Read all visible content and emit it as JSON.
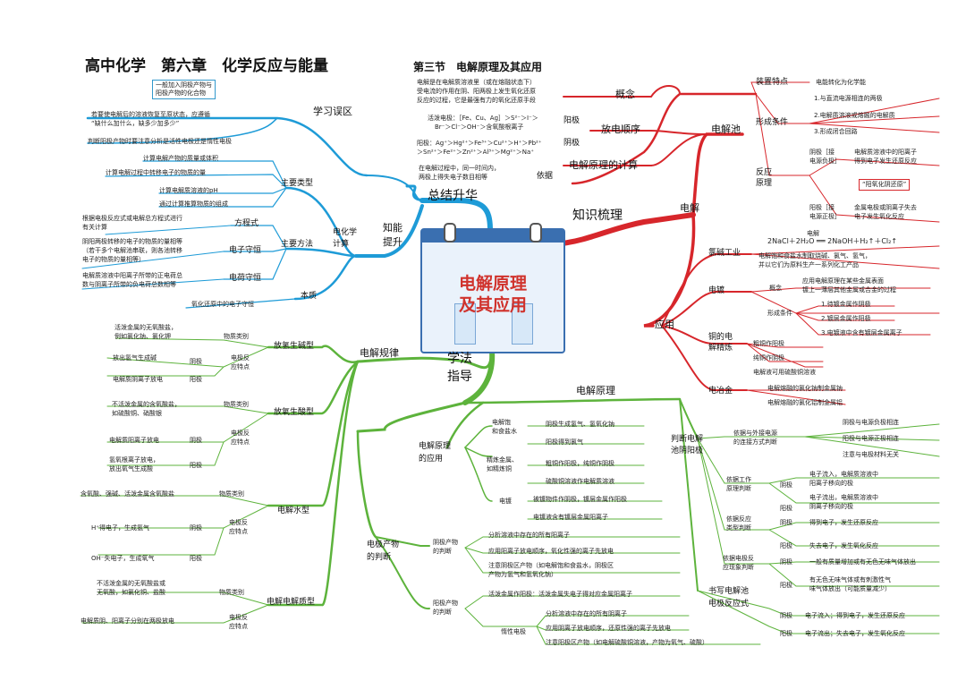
{
  "header": {
    "title": "高中化学　第六章　化学反应与能量",
    "subtitle": "第三节　电解原理及其应用"
  },
  "center": {
    "title_line1": "电解原理",
    "title_line2": "及其应用"
  },
  "branches": {
    "summary": "总结升华",
    "knowledge": "知识梳理",
    "method_l1": "学法",
    "method_l2": "指导"
  },
  "summary": {
    "mistakes": "学习误区",
    "callout_l1": "一般加入阴极产物与",
    "callout_l2": "阳极产物的化合物",
    "m1_l1": "若要使电解后的溶液恢复至原状态，应遵循",
    "m1_l2": "“缺什么加什么，缺多少加多少”",
    "m2": "判断阳极产物时要注意分析是活性电极还是惰性电极",
    "ability_l1": "知能",
    "ability_l2": "提升",
    "calc_l1": "电化学",
    "calc_l2": "计算",
    "types": "主要类型",
    "type1": "计算电解产物的质量或体积",
    "type2": "计算电解过程中转移电子的物质的量",
    "type3": "计算电解质溶液的pH",
    "type4": "通过计算推算物质的组成",
    "methods": "主要方法",
    "eq": "方程式",
    "eq_desc_l1": "根据电极反应式或电解总方程式进行",
    "eq_desc_l2": "有关计算",
    "econs": "电子守恒",
    "econs_l1": "阴阳两极转移的电子的物质的量相等",
    "econs_l2": "（若干多个电解池串联，则各池转移",
    "econs_l3": "电子的物质的量相等）",
    "qcons": "电荷守恒",
    "qcons_l1": "电解质溶液中阳离子所带的正电荷总",
    "qcons_l2": "数与阴离子所带的负电荷总数相等",
    "essence": "本质",
    "essence_desc": "氧化还原中的电子守恒"
  },
  "knowledge": {
    "concept": "概念",
    "concept_l1": "电解是在电解质溶液里（或在熔融状态下）",
    "concept_l2": "受电流的作用在阴、阳两极上发生氧化还原",
    "concept_l3": "反应的过程，它是最强有力的氧化还原手段",
    "discharge": "放电顺序",
    "active_l1": "活泼电极：［Fe、Cu、Ag］＞S²⁻＞I⁻＞",
    "active_l2": "Br⁻＞Cl⁻＞OH⁻＞含氧酸根离子",
    "anode": "阳极",
    "cathode": "阴极",
    "cat_l1": "阳极：Ag⁺＞Hg²⁺＞Fe³⁺＞Cu²⁺＞H⁺＞Pb²⁺",
    "cat_l2": "＞Sn²⁺＞Fe²⁺＞Zn²⁺＞Al³⁺＞Mg²⁺＞Na⁺",
    "calc": "电解原理的计算",
    "basis": "依据",
    "basis_l1": "在电解过程中，同一时间内，",
    "basis_l2": "两极上得失电子数目相等",
    "electrolysis": "电解",
    "cell": "电解池",
    "device": "装置特点",
    "device_desc": "电能转化为化学能",
    "conditions": "形成条件",
    "cond1": "1.与直流电源相连的两极",
    "cond2": "2.电解质溶液或熔融的电解质",
    "cond3": "3.形成闭合回路",
    "reaction_l1": "反应",
    "reaction_l2": "原理",
    "cath_conn_l1": "阴极［接",
    "cath_conn_l2": "电源负极］",
    "cath_desc_l1": "电解质溶液中的阳离子",
    "cath_desc_l2": "得到电子发生还原反应",
    "mnemonic": "“阳氧化阴还原”",
    "an_conn_l1": "阳极［接",
    "an_conn_l2": "电源正极］",
    "an_desc_l1": "金属电极或阴离子失去",
    "an_desc_l2": "电子发生氧化反应",
    "application": "应用",
    "chlor": "氯碱工业",
    "chlor_eq": "2NaCl＋2H₂O ══ 2NaOH＋H₂↑＋Cl₂↑",
    "chlor_cond": "电解",
    "chlor_l1": "电解饱和食盐水制取烧碱、氯气、氢气，",
    "chlor_l2": "并以它们为原料生产一系列化工产品",
    "plating": "电镀",
    "plating_concept": "概念",
    "plating_c1": "应用电解原理在某些金属表面",
    "plating_c2": "镀上一薄层其他金属或合金的过程",
    "plating_cond": "形成条件",
    "pc1": "1.待镀金属作阴极",
    "pc2": "2.镀层金属作阳极",
    "pc3": "3.电镀液中含有镀层金属离子",
    "refine_l1": "铜的电",
    "refine_l2": "解精炼",
    "r1": "粗铜作阳极",
    "r2": "纯铜作阴极",
    "r3": "电解液可用硫酸铜溶液",
    "metal": "电冶金",
    "mt1": "电解熔融的氯化钠制金属钠",
    "mt2": "电解熔融的氯化铝制金属铝"
  },
  "method": {
    "rules": "电解规律",
    "h2": "放氢生碱型",
    "h2_t_l1": "活泼金属的无氧酸盐，",
    "h2_t_l2": "例如氯化钠、氯化钾",
    "cat": "物质类别",
    "feat_l1": "电极反",
    "feat_l2": "应特点",
    "anode": "阳极",
    "cathode": "阴极",
    "h2_c": "放出氢气生成碱",
    "h2_a": "电解质阴离子放电",
    "o2": "放氧生酸型",
    "o2_t_l1": "不活泼金属的含氧酸盐，",
    "o2_t_l2": "如硫酸铜、硝酸银",
    "o2_c": "电解质阳离子放电",
    "o2_a_l1": "氢氧根离子放电，",
    "o2_a_l2": "放出氧气生成酸",
    "water": "电解水型",
    "water_t": "含氧酸、强碱、活泼金属含氧酸盐",
    "water_c": "H⁺得电子，生成氢气",
    "water_a": "OH⁻失电子，生成氧气",
    "self": "电解电解质型",
    "self_t_l1": "不活泼金属的无氧酸盐或",
    "self_t_l2": "无氧酸，如氯化铜、盐酸",
    "self_f": "电解质阴、阳离子分别在两极放电",
    "principle": "电解原理",
    "apply_l1": "电解原理",
    "apply_l2": "的应用",
    "brine_l1": "电解饱",
    "brine_l2": "和食盐水",
    "b1": "阴极生成氢气、氢氧化钠",
    "b2": "阳极得到氯气",
    "ref_l1": "精炼金属、",
    "ref_l2": "如精炼铜",
    "f1": "粗铜作阳极，纯铜作阴极",
    "f2": "硫酸铜溶液作电解质溶液",
    "plate": "电镀",
    "p1": "被镀物件作阴极，镀层金属作阳极",
    "p2": "电镀液含有镀层金属阳离子",
    "judge_l1": "判断电解",
    "judge_l2": "池阴阳极",
    "j1_l1": "依据与外接电源",
    "j1_l2": "的连接方式判断",
    "j1a": "阴极与电源负极相连",
    "j1b": "阳极与电源正极相连",
    "j1c": "注意与电极材料无关",
    "j2_l1": "依据工作",
    "j2_l2": "原理判断",
    "j2a_l1": "电子流入，电解质溶液中",
    "j2a_l2": "阳离子移向的极",
    "j2b_l1": "电子流出，电解质溶液中",
    "j2b_l2": "阴离子移向的极",
    "j3_l1": "依据反应",
    "j3_l2": "类型判断",
    "j3a": "得到电子，发生还原反应",
    "j3b": "失去电子，发生氧化反应",
    "j4_l1": "依据电极反",
    "j4_l2": "应现象判断",
    "j4a": "一般有质量增加或有无色无味气体放出",
    "j4b_l1": "有无色无味气体或有刺激性气",
    "j4b_l2": "味气体放出（可能质量减少）",
    "write_l1": "书写电解池",
    "write_l2": "电极反应式",
    "w1": "电子流入；得到电子，发生还原反应",
    "w2": "电子流出；失去电子，发生氧化反应",
    "prod_l1": "电极产物",
    "prod_l2": "的判断",
    "cp_l1": "阴极产物",
    "cp_l2": "的判断",
    "cp1": "分析溶液中存在的所有阳离子",
    "cp2": "应用阳离子放电顺序，氧化性强的离子先放电",
    "cp3_l1": "注意阴极区产物（如电解饱和食盐水，阴极区",
    "cp3_l2": "产物为氢气和氢氧化钠）",
    "ap_l1": "阳极产物",
    "ap_l2": "的判断",
    "ap_active": "活泼金属作阳极：活泼金属失电子得对应金属阳离子",
    "inert": "惰性电极",
    "ap1": "分析溶液中存在的所有阴离子",
    "ap2": "应用阴离子放电顺序，还原性强的离子先放电",
    "ap3": "注意阳极区产物（如电解硫酸铜溶液，产物为氧气、硫酸）"
  },
  "colors": {
    "summary": "#1e9bd7",
    "knowledge": "#d7262b",
    "method": "#5db33c",
    "center_title": "#d0322c"
  }
}
